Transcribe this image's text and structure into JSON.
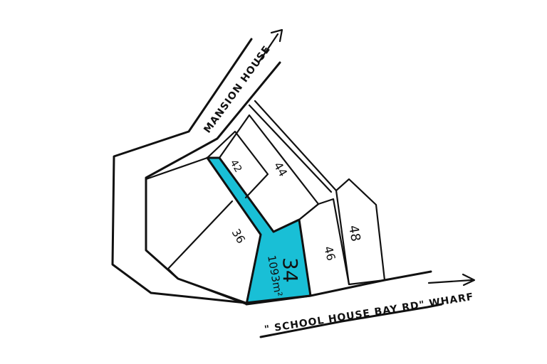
{
  "roads": {
    "mansion_house": "MANSION HOUSE",
    "school_house": "\" SCHOOL HOUSE BAY RD\" WHARF"
  },
  "lots": {
    "lot_42": "42",
    "lot_44": "44",
    "lot_36": "36",
    "lot_34": "34",
    "lot_34_area": "1093m²",
    "lot_46": "46",
    "lot_48": "48"
  },
  "colors": {
    "highlight": "#19bfd6",
    "ink": "#111111"
  }
}
